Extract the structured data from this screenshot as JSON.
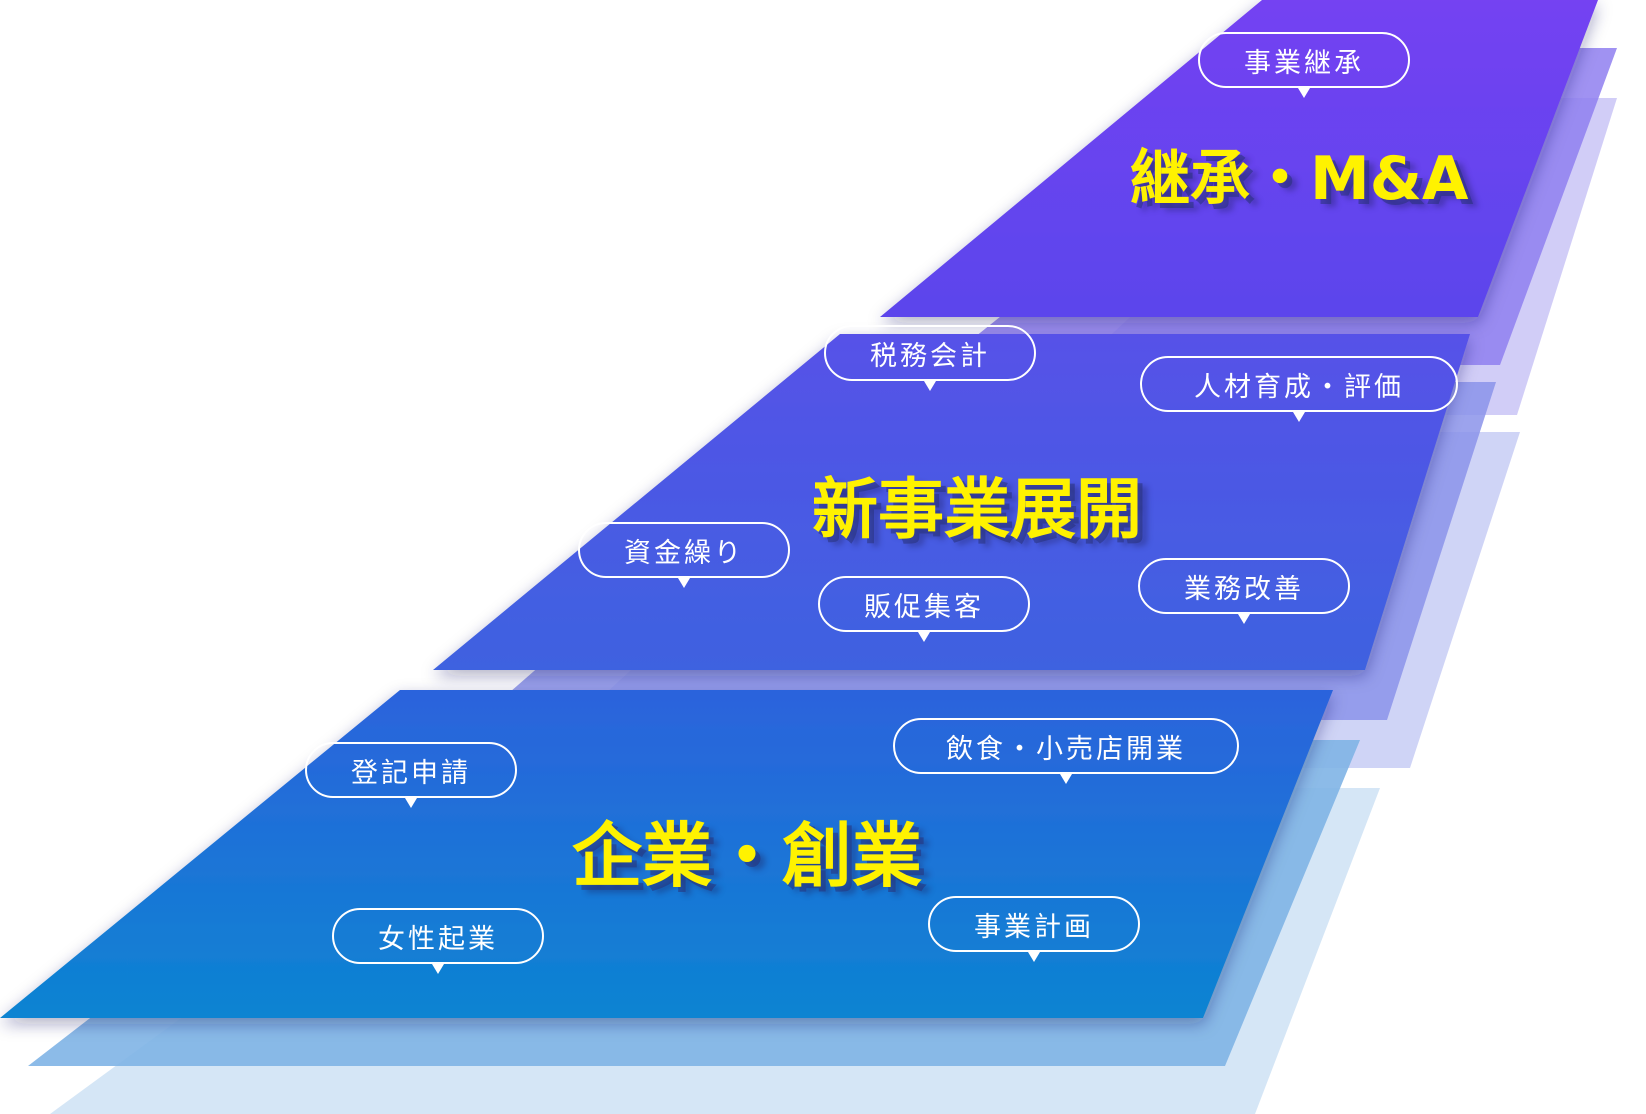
{
  "layers": [
    {
      "title": "継承・M&A",
      "tags": [
        "事業継承"
      ]
    },
    {
      "title": "新事業展開",
      "tags": [
        "税務会計",
        "人材育成・評価",
        "資金繰り",
        "販促集客",
        "業務改善"
      ]
    },
    {
      "title": "企業・創業",
      "tags": [
        "登記申請",
        "飲食・小売店開業",
        "女性起業",
        "事業計画"
      ]
    }
  ],
  "colors": {
    "top_layer": "#6a3ef0",
    "middle_layer": "#4b58e6",
    "bottom_layer": "#1a7fd6",
    "title_text": "#fff200",
    "tag_border": "#ffffff"
  }
}
